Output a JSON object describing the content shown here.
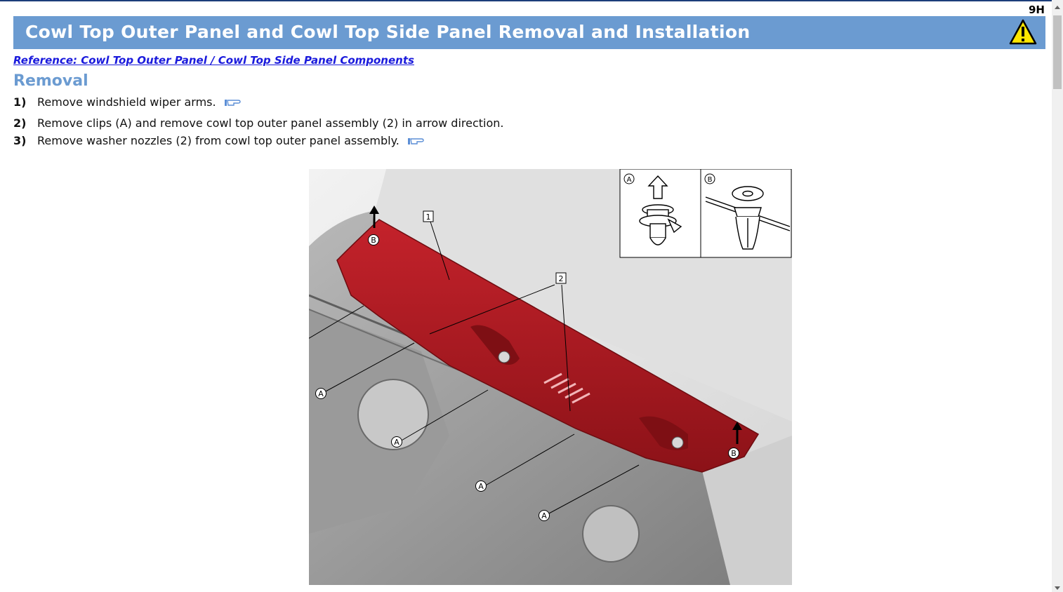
{
  "page": {
    "page_code": "9H",
    "title": "Cowl Top Outer Panel and Cowl Top Side Panel Removal and Installation",
    "reference_link": "Reference: Cowl Top Outer Panel / Cowl Top Side Panel Components",
    "section_heading": "Removal"
  },
  "steps": [
    {
      "num": "1)",
      "text": "Remove windshield wiper arms.",
      "has_hint": true
    },
    {
      "num": "2)",
      "text": "Remove clips (A) and remove cowl top outer panel assembly (2) in arrow direction.",
      "has_hint": false
    },
    {
      "num": "3)",
      "text": "Remove washer nozzles (2) from cowl top outer panel assembly.",
      "has_hint": true
    }
  ],
  "figure": {
    "callouts": {
      "panel": "1",
      "nozzle": "2",
      "clip_a": "A",
      "clip_b": "B"
    },
    "inset": {
      "left_label": "A",
      "right_label": "B"
    }
  },
  "colors": {
    "title_bar": "#6b9bd1",
    "link": "#1a1adc",
    "panel_red": "#b51a22",
    "warning_yellow": "#ffe600"
  },
  "icons": {
    "warning": "warning-triangle-icon",
    "hint": "pointing-hand-icon"
  }
}
